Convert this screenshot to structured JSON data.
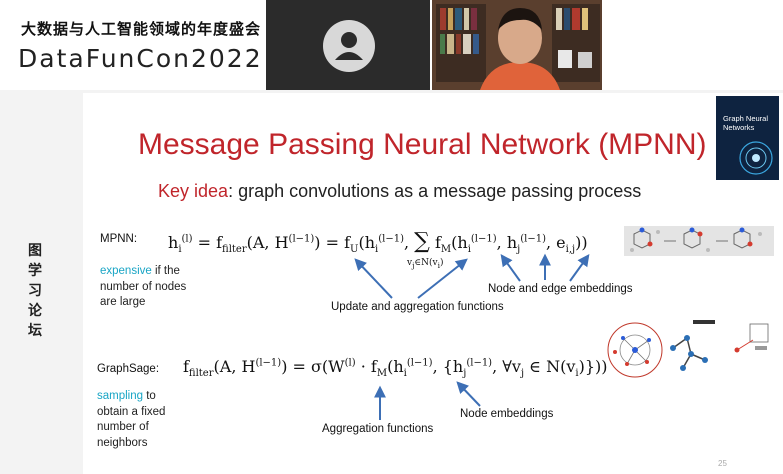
{
  "conference": {
    "name_cn": "大数据与人工智能领域的年度盛会",
    "name_en": "DataFunCon2022"
  },
  "side_label": "图学习论坛",
  "slide": {
    "title": "Message Passing Neural Network (MPNN)",
    "key_idea_label": "Key idea",
    "key_idea_text": ": graph convolutions as a message passing process",
    "mpnn_label": "MPNN:",
    "mpnn_note_highlight": "expensive",
    "mpnn_note_text": " if the number of nodes are large",
    "graphsage_label": "GraphSage:",
    "graphsage_note_highlight": "sampling",
    "graphsage_note_text": " to obtain a fixed number of neighbors",
    "annotation_node_edge": "Node and edge embeddings",
    "annotation_update_agg": "Update and aggregation functions",
    "annotation_node_emb": "Node embeddings",
    "annotation_agg": "Aggregation functions",
    "book_title": "Graph Neural Networks",
    "page_number": "25"
  },
  "colors": {
    "title_red": "#c0252b",
    "highlight_cyan": "#19a5c5"
  }
}
